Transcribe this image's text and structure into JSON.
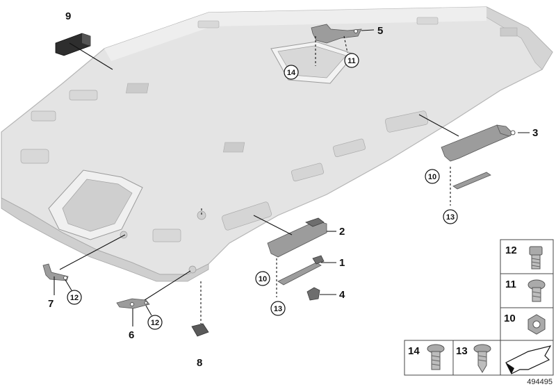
{
  "diagram": {
    "callouts": [
      {
        "id": "c1",
        "text": "1"
      },
      {
        "id": "c2",
        "text": "2"
      },
      {
        "id": "c3",
        "text": "3"
      },
      {
        "id": "c4",
        "text": "4"
      },
      {
        "id": "c5",
        "text": "5"
      },
      {
        "id": "c6",
        "text": "6"
      },
      {
        "id": "c7",
        "text": "7"
      },
      {
        "id": "c8",
        "text": "8"
      },
      {
        "id": "c9",
        "text": "9"
      }
    ],
    "circled": [
      {
        "id": "r14a",
        "text": "14"
      },
      {
        "id": "r11a",
        "text": "11"
      },
      {
        "id": "r10a",
        "text": "10"
      },
      {
        "id": "r13a",
        "text": "13"
      },
      {
        "id": "r10b",
        "text": "10"
      },
      {
        "id": "r13b",
        "text": "13"
      },
      {
        "id": "r12a",
        "text": "12"
      },
      {
        "id": "r12b",
        "text": "12"
      }
    ],
    "legend": [
      {
        "text": "12",
        "icon": "hex-socket-screw-icon"
      },
      {
        "text": "11",
        "icon": "torx-screw-icon"
      },
      {
        "text": "10",
        "icon": "hex-nut-icon"
      },
      {
        "text": "14",
        "icon": "flange-screw-icon"
      },
      {
        "text": "13",
        "icon": "self-tapping-screw-icon"
      }
    ],
    "arrow_icon": "direction-arrow-icon",
    "diagram_code": "494495",
    "colors": {
      "headliner": "#e6e6e6",
      "headliner_edge": "#b8b8b8",
      "part": "#9c9c9c",
      "ink": "#111111"
    }
  }
}
